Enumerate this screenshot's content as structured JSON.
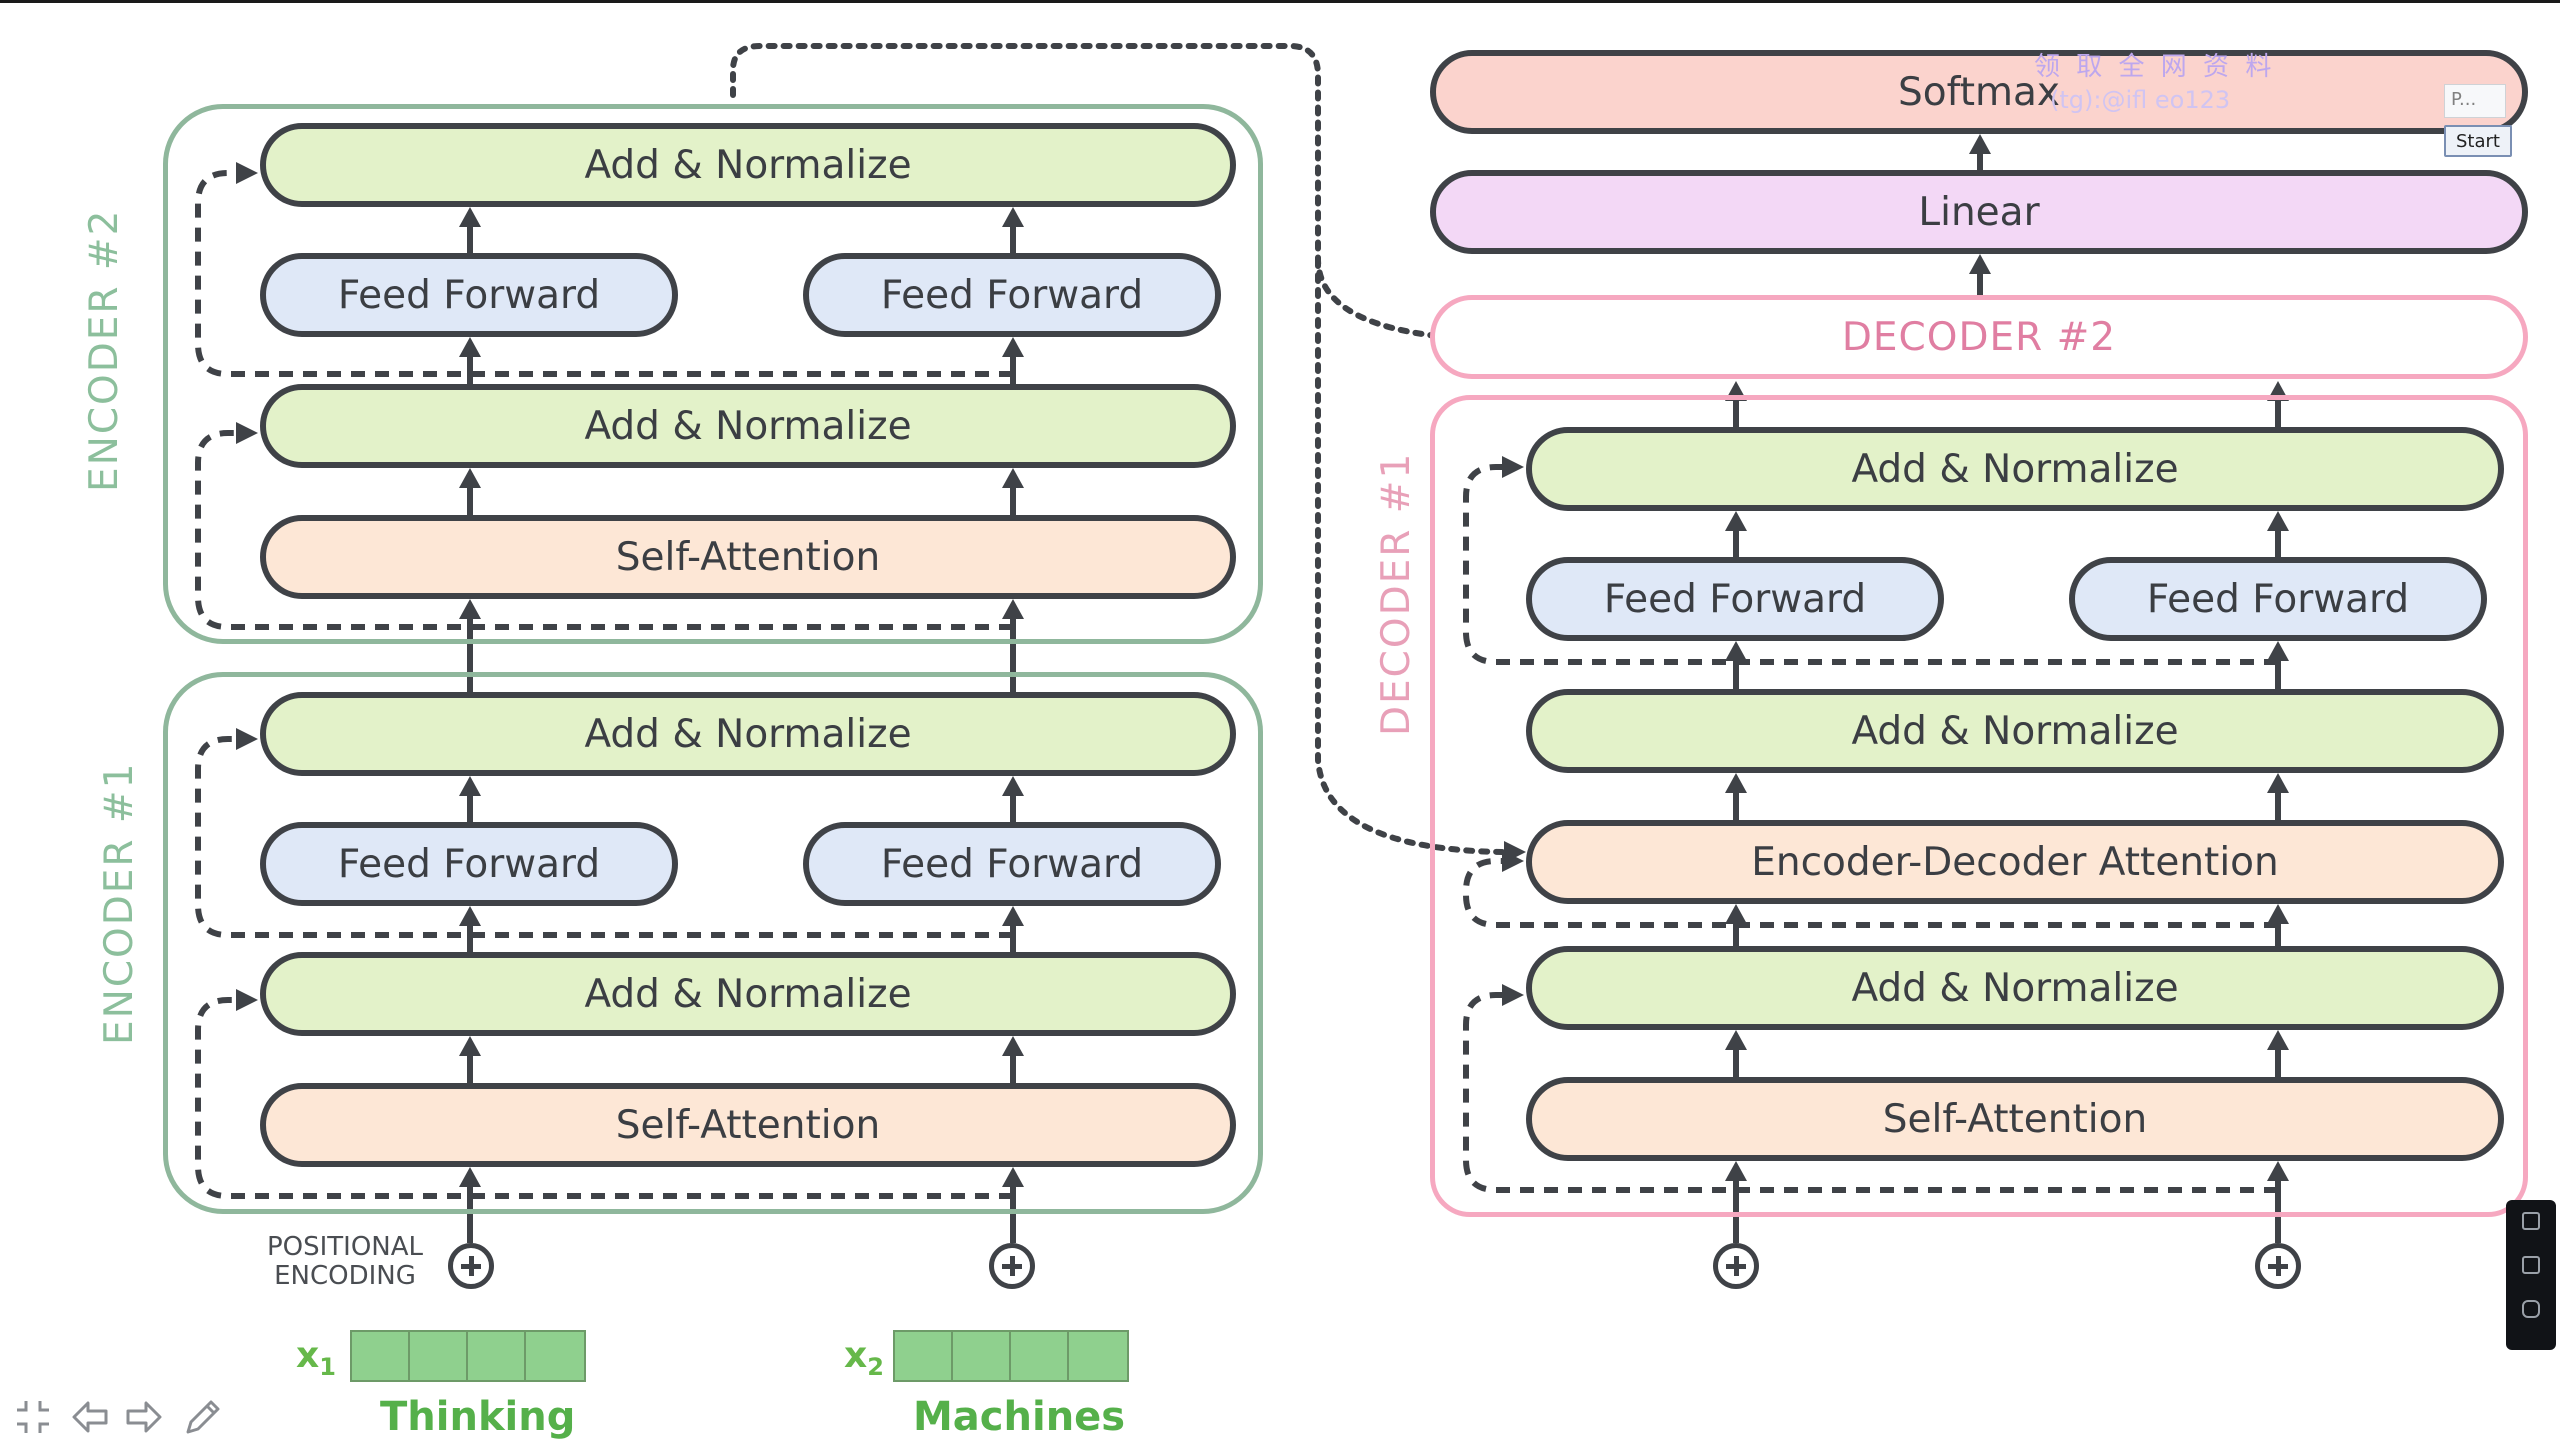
{
  "encoder2": {
    "label": "ENCODER #2",
    "add_norm_top": "Add & Normalize",
    "ff_left": "Feed Forward",
    "ff_right": "Feed Forward",
    "add_norm_mid": "Add & Normalize",
    "self_attention": "Self-Attention"
  },
  "encoder1": {
    "label": "ENCODER #1",
    "add_norm_top": "Add & Normalize",
    "ff_left": "Feed Forward",
    "ff_right": "Feed Forward",
    "add_norm_mid": "Add & Normalize",
    "self_attention": "Self-Attention"
  },
  "inputs": {
    "positional_encoding": "POSITIONAL ENCODING",
    "x1_label": "x",
    "x1_sub": "1",
    "x2_label": "x",
    "x2_sub": "2",
    "word1": "Thinking",
    "word2": "Machines"
  },
  "decoder_top": {
    "softmax": "Softmax",
    "linear": "Linear",
    "decoder2": "DECODER #2"
  },
  "decoder1": {
    "label": "DECODER #1",
    "add_norm_top": "Add & Normalize",
    "ff_left": "Feed Forward",
    "ff_right": "Feed Forward",
    "add_norm_2": "Add & Normalize",
    "enc_dec_attention": "Encoder-Decoder Attention",
    "add_norm_1": "Add & Normalize",
    "self_attention": "Self-Attention"
  },
  "overlay": {
    "watermark_line1": "领 取 全 网 资 料",
    "watermark_line2": "(tg):@ifl eo123",
    "panel_label": "P...",
    "start_button": "Start"
  },
  "colors": {
    "add_normalize": "#e3f2c9",
    "feed_forward": "#dfe8f7",
    "attention": "#fde7d6",
    "softmax": "#fbd3cd",
    "linear": "#f3d8f6",
    "encoder_frame": "#8fb79c",
    "decoder_frame": "#f6a8c0",
    "input_word": "#55b04a"
  }
}
